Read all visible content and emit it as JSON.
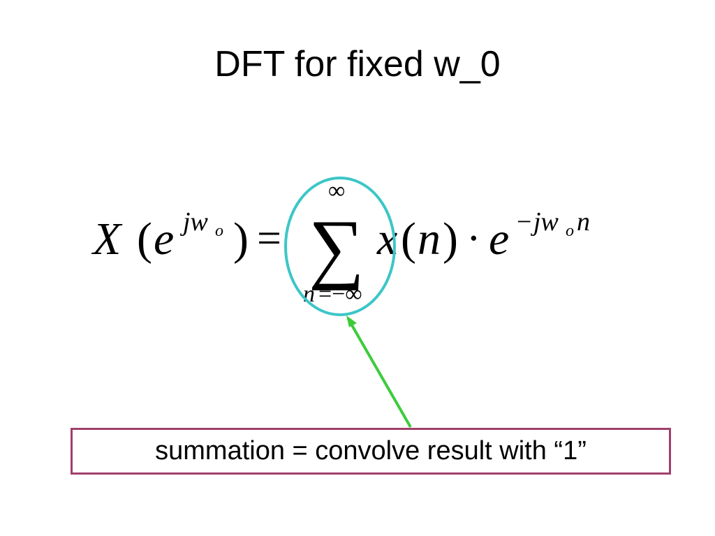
{
  "slide": {
    "title": "DFT for fixed w_0",
    "formula": {
      "lhs_X": "X",
      "lhs_open_paren": "(",
      "lhs_e": "e",
      "lhs_exp_jw": "jw",
      "lhs_exp_sub": "o",
      "lhs_close_paren": ")",
      "equals": "=",
      "sum_upper": "∞",
      "sum_symbol": "∑",
      "sum_lower_n": "n",
      "sum_lower_eq": "=−∞",
      "term_x": "x",
      "term_open_paren": "(",
      "term_n": "n",
      "term_close_paren": ")",
      "term_dot": "·",
      "term_e": "e",
      "term_exp_minus": "−",
      "term_exp_jw": "jw",
      "term_exp_sub": "o",
      "term_exp_n": "n"
    },
    "caption": "summation = convolve result with “1”",
    "colors": {
      "highlight_ellipse": "#3cc6c8",
      "arrow": "#3ccc3a",
      "caption_border": "#a0406a"
    }
  }
}
